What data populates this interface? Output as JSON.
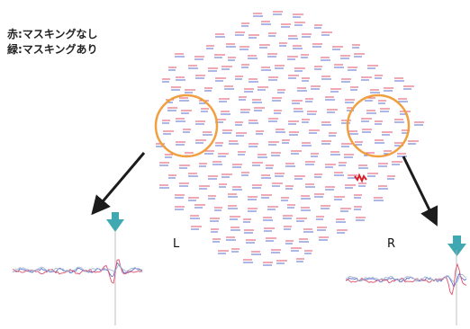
{
  "legend": {
    "red": "赤:マスキングなし",
    "green": "緑:マスキングあり"
  },
  "side_labels": {
    "left": "L",
    "right": "R"
  },
  "colors": {
    "unmasked": "#e0506a",
    "masked": "#5a6fd0",
    "circle": "#f0a040",
    "marker": "#3fa8b0",
    "pointer": "#1c1c1c",
    "hotspot": "#d8202a"
  },
  "icons": {
    "left_marker": "teal-down-arrow",
    "right_marker": "teal-down-arrow"
  }
}
